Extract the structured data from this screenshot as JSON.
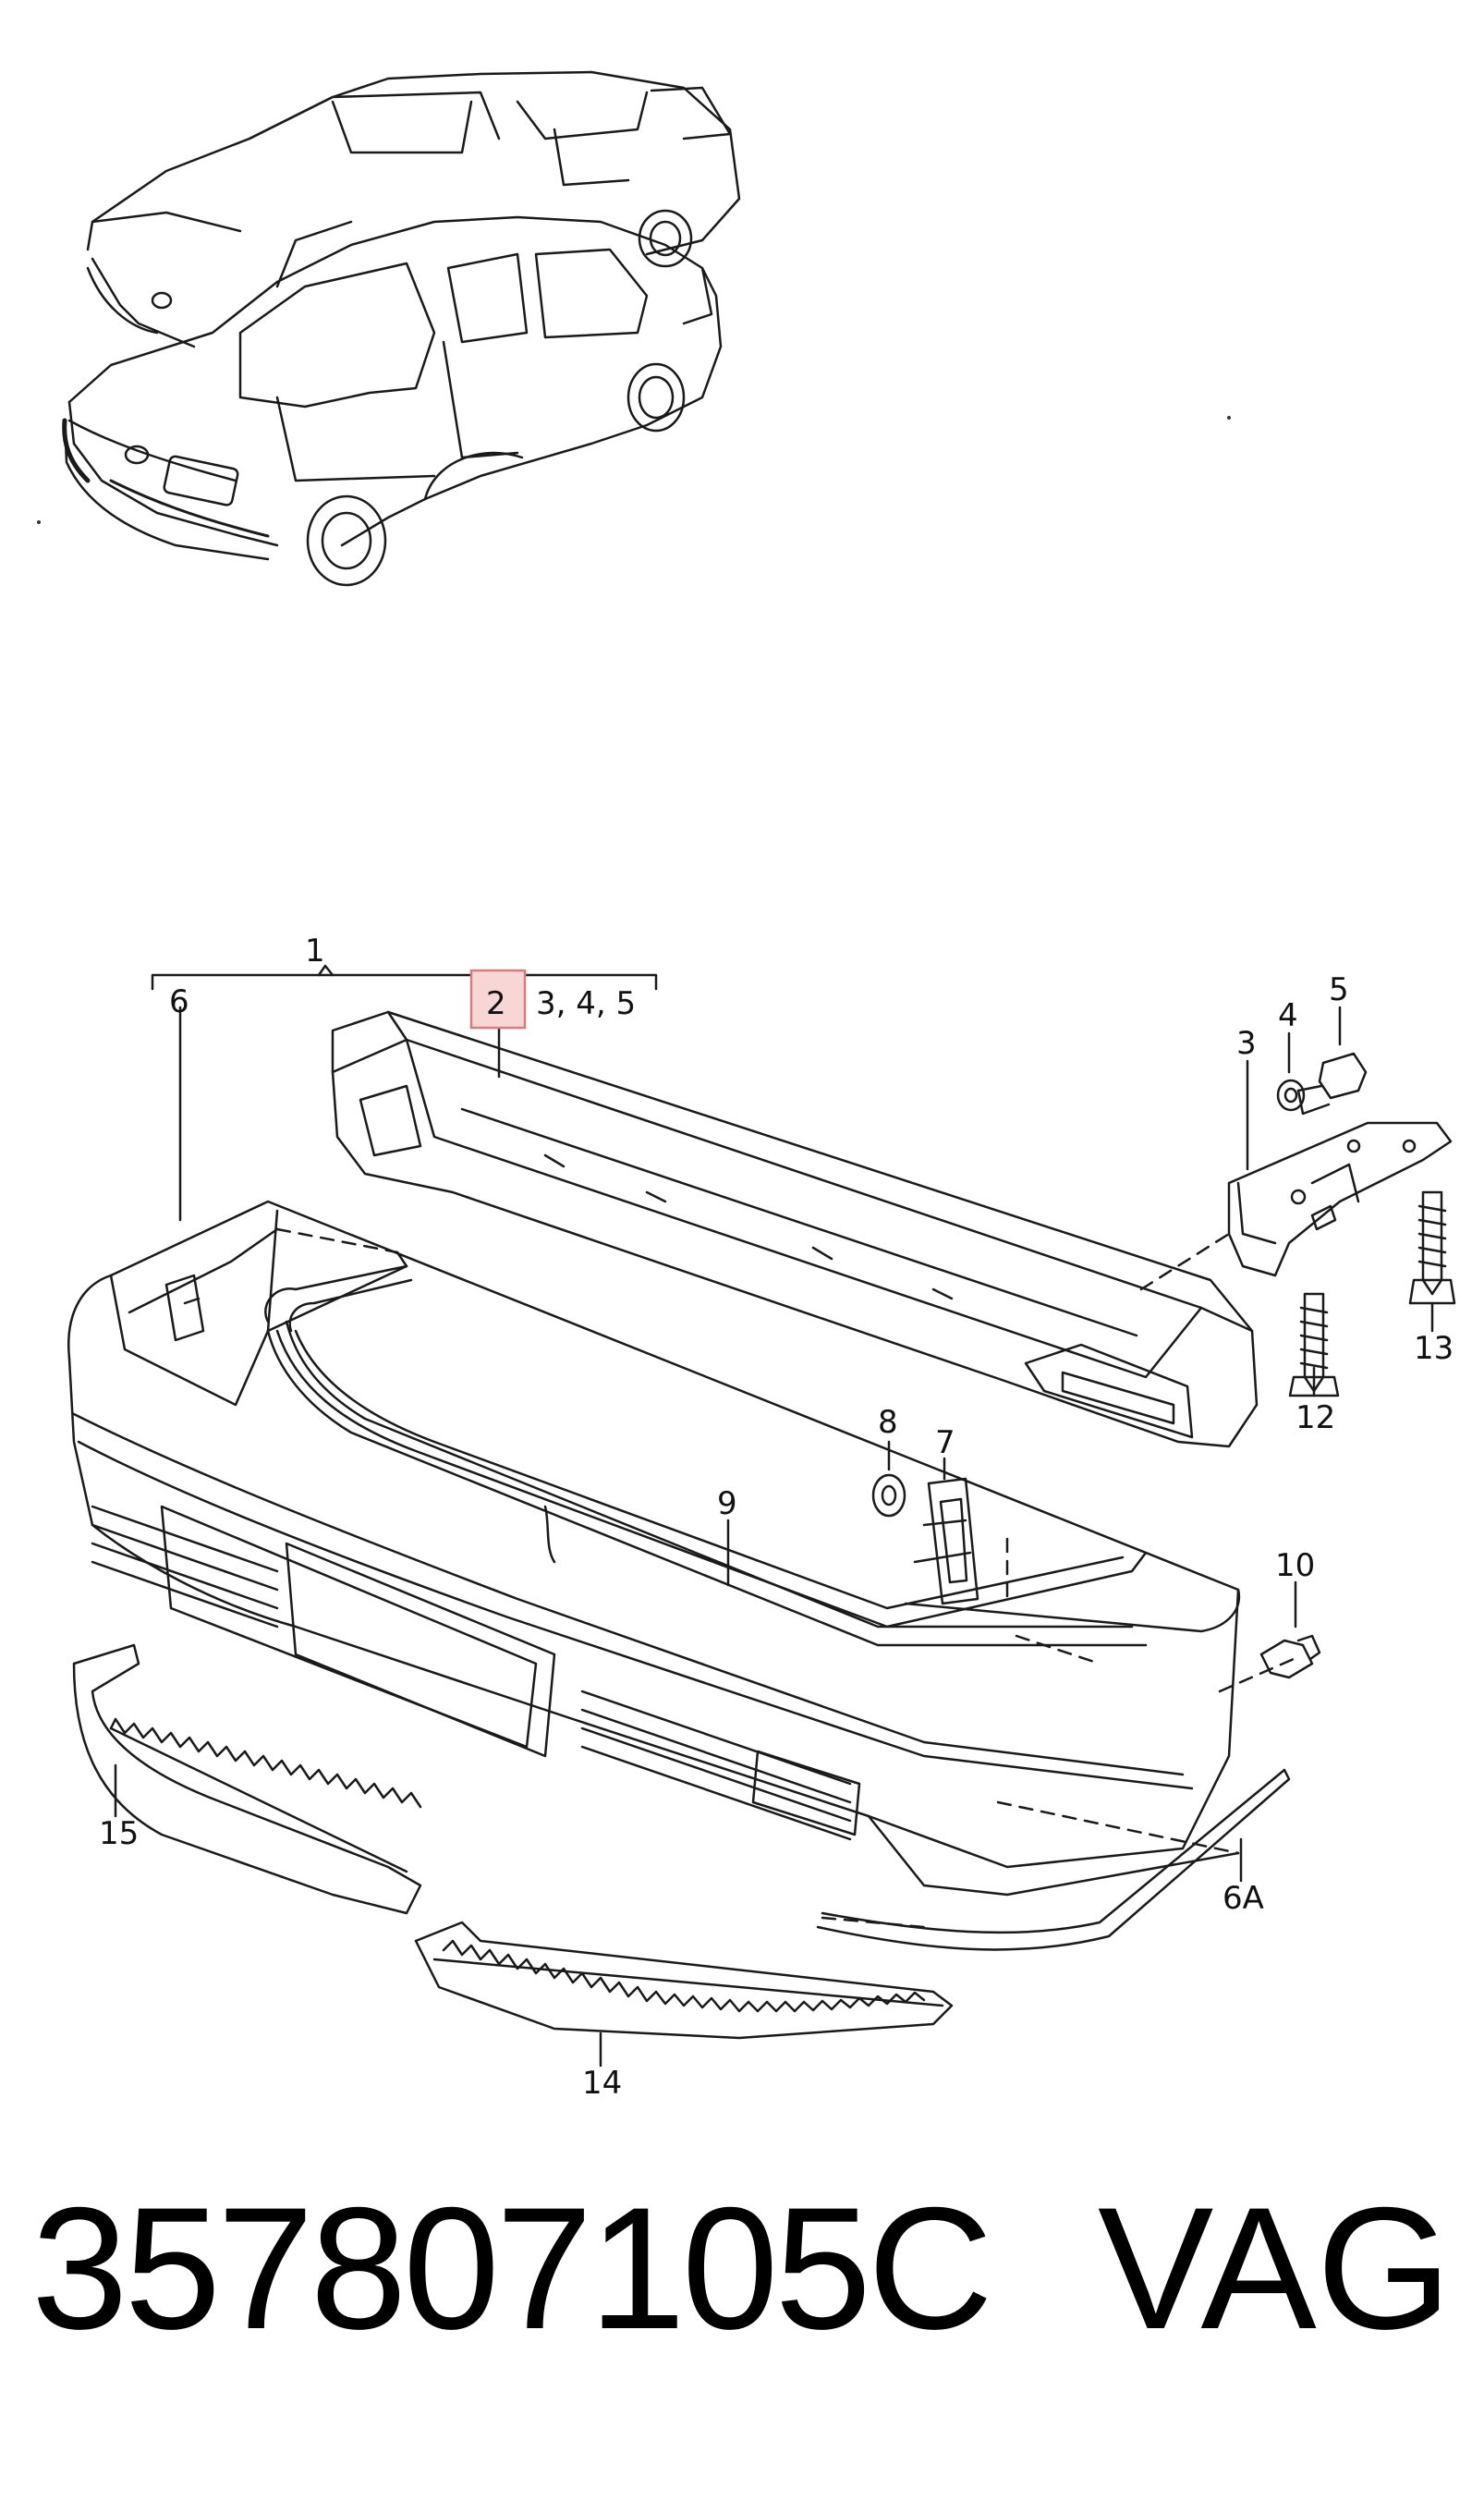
{
  "diagram": {
    "labels": {
      "l1": "1",
      "l2": "2",
      "l345": "3, 4, 5",
      "l3": "3",
      "l4": "4",
      "l5": "5",
      "l6": "6",
      "l6a": "6A",
      "l7": "7",
      "l8": "8",
      "l9": "9",
      "l10": "10",
      "l12": "12",
      "l13": "13",
      "l14": "14",
      "l15": "15"
    },
    "highlighted_label": "2",
    "colors": {
      "line": "#1a1a1a",
      "highlight_fill": "#f9d6d6",
      "highlight_border": "#e07a7a"
    }
  },
  "footer": {
    "part_number": "357807105C",
    "brand": "VAG"
  }
}
